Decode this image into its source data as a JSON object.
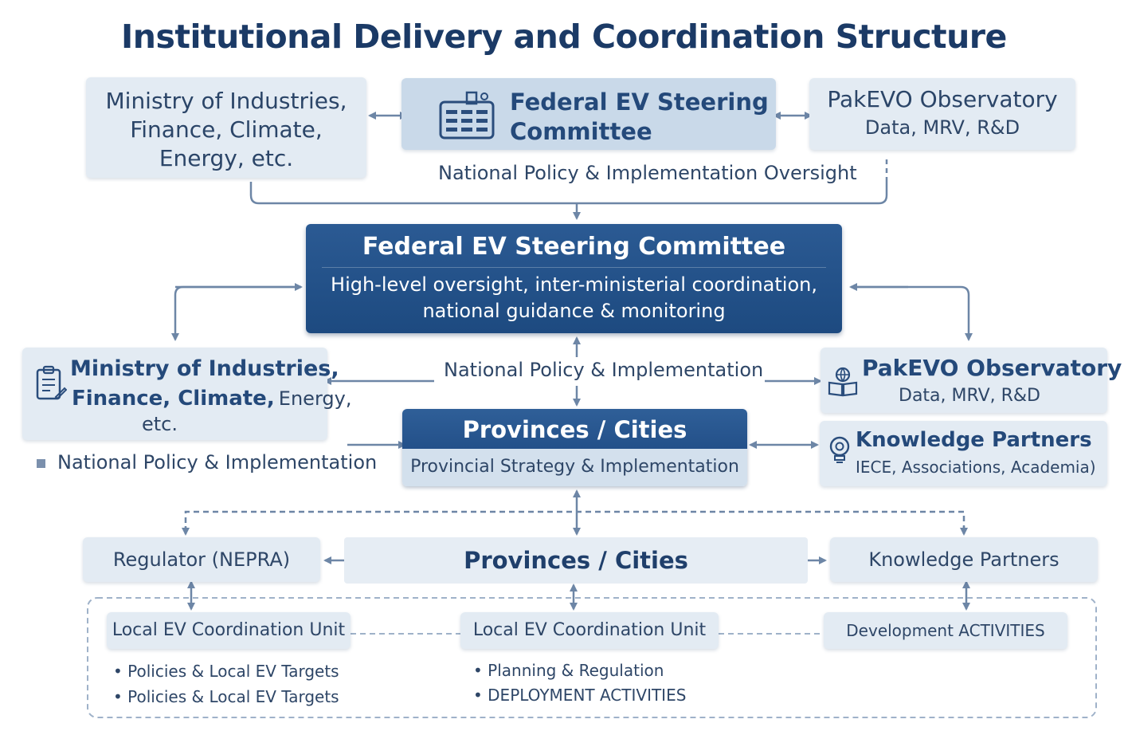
{
  "title": "Institutional Delivery and Coordination Structure",
  "top_row": {
    "ministry": "Ministry of Industries, Finance, Climate, Energy, etc.",
    "steering_line1": "Federal EV Steering",
    "steering_line2": "Committee",
    "observatory_title": "PakEVO Observatory",
    "observatory_sub": "Data, MRV, R&D",
    "oversight_label": "National Policy & Implementation Oversight"
  },
  "central": {
    "title": "Federal EV Steering Committee",
    "desc_line1": "High-level oversight, inter-ministerial coordination,",
    "desc_line2": "national guidance & monitoring"
  },
  "middle_row": {
    "ministry_line1": "Ministry of Industries,",
    "ministry_line2a": "Finance, Climate,",
    "ministry_line2b": "Energy,",
    "ministry_line3": "etc.",
    "policy_label_center": "National Policy & Implementation",
    "policy_label_left": "National Policy & Implementation",
    "observatory_title": "PakEVO Observatory",
    "observatory_sub": "Data, MRV, R&D",
    "provinces_title": "Provinces / Cities",
    "provinces_sub": "Provincial Strategy & Implementation",
    "knowledge_title": "Knowledge Partners",
    "knowledge_sub": "IECE, Associations, Academia)"
  },
  "bottom_row": {
    "regulator": "Regulator (NEPRA)",
    "provinces": "Provinces / Cities",
    "knowledge": "Knowledge Partners"
  },
  "local": {
    "unit1_title": "Local EV Coordination Unit",
    "unit1_items": [
      "Policies & Local EV Targets",
      "Policies & Local EV Targets"
    ],
    "unit2_title": "Local EV Coordination Unit",
    "unit2_items": [
      "Planning & Regulation",
      "DEPLOYMENT ACTIVITIES"
    ],
    "unit3_title": "Development ACTIVITIES"
  },
  "colors": {
    "title": "#1b3a66",
    "dark_box": "#1d4a80",
    "light_box": "#e3ebf3",
    "mid_box": "#c9d9e9",
    "connector": "#6d86a6"
  },
  "icons": [
    "calendar-grid-icon",
    "clipboard-icon",
    "globe-book-icon",
    "lightbulb-gear-icon"
  ]
}
